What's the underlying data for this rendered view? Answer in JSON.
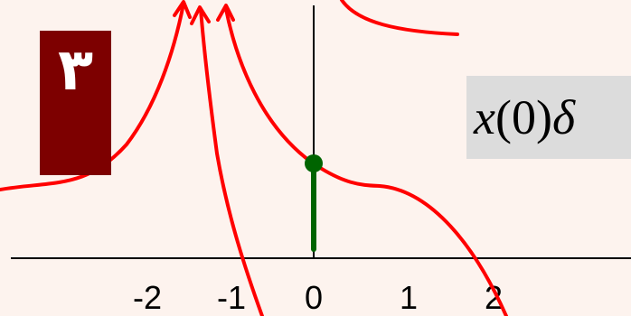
{
  "badge": {
    "text": "٣",
    "color": "#7d0000"
  },
  "formula": {
    "var_x": "x",
    "arg": " (0)",
    "var_delta": "δ"
  },
  "axis": {
    "tick_labels": [
      "-2",
      "-1",
      "0",
      "1",
      "2"
    ]
  },
  "colors": {
    "background": "#fdf3ee",
    "curves": "#ff0000",
    "impulse": "#006400",
    "axis": "#000000"
  }
}
